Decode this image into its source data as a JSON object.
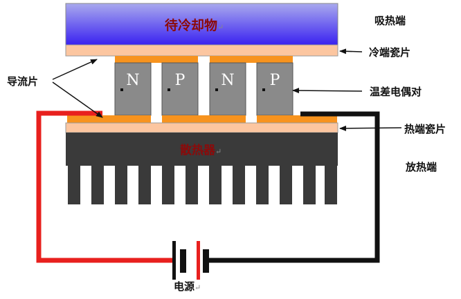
{
  "diagram": {
    "cold_object": "待冷却物",
    "heat_sink": "散热器",
    "power_source": "电源",
    "return_mark": "↵",
    "labels": {
      "absorb": "吸热端",
      "cold_ceramic": "冷端瓷片",
      "conductor": "导流片",
      "couple": "温差电偶对",
      "hot_ceramic": "热端瓷片",
      "release": "放热端"
    },
    "legs": [
      "N",
      "P",
      "N",
      "P"
    ],
    "colors": {
      "ceramic": "#fcc6a0",
      "conductor": "#f7931e",
      "leg": "#8a8a8a",
      "heatsink": "#3a3a3a",
      "wire_positive": "#e8201e",
      "wire_negative": "#111111",
      "cold_top": "#a9a9ee",
      "cold_bottom": "#3a22f0"
    }
  }
}
